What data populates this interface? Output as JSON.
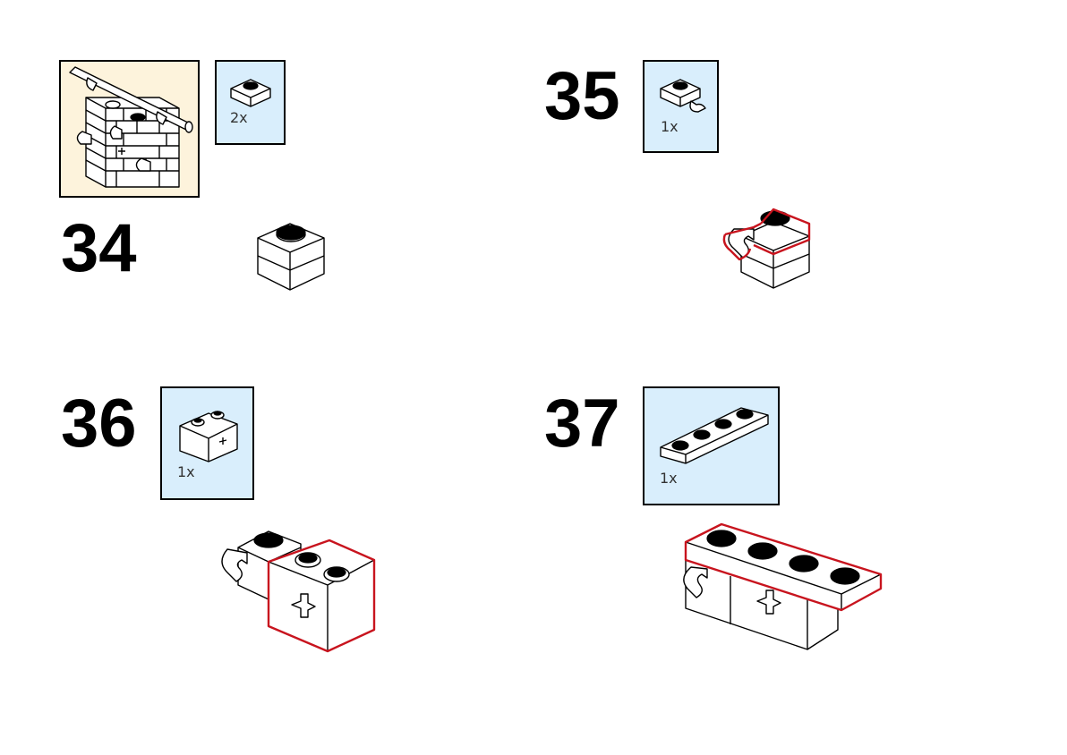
{
  "steps": [
    {
      "number": "34",
      "parts": [
        {
          "icon": "brick-1x1-plate-icon",
          "quantity": "2x"
        }
      ]
    },
    {
      "number": "35",
      "parts": [
        {
          "icon": "clip-plate-icon",
          "quantity": "1x"
        }
      ]
    },
    {
      "number": "36",
      "parts": [
        {
          "icon": "technic-brick-1x2-icon",
          "quantity": "1x"
        }
      ]
    },
    {
      "number": "37",
      "parts": [
        {
          "icon": "plate-1x4-icon",
          "quantity": "1x"
        }
      ]
    }
  ],
  "colors": {
    "parts_background": "#d9eefc",
    "preview_background": "#fdf3dc",
    "new_part_highlight": "#c8141e"
  }
}
